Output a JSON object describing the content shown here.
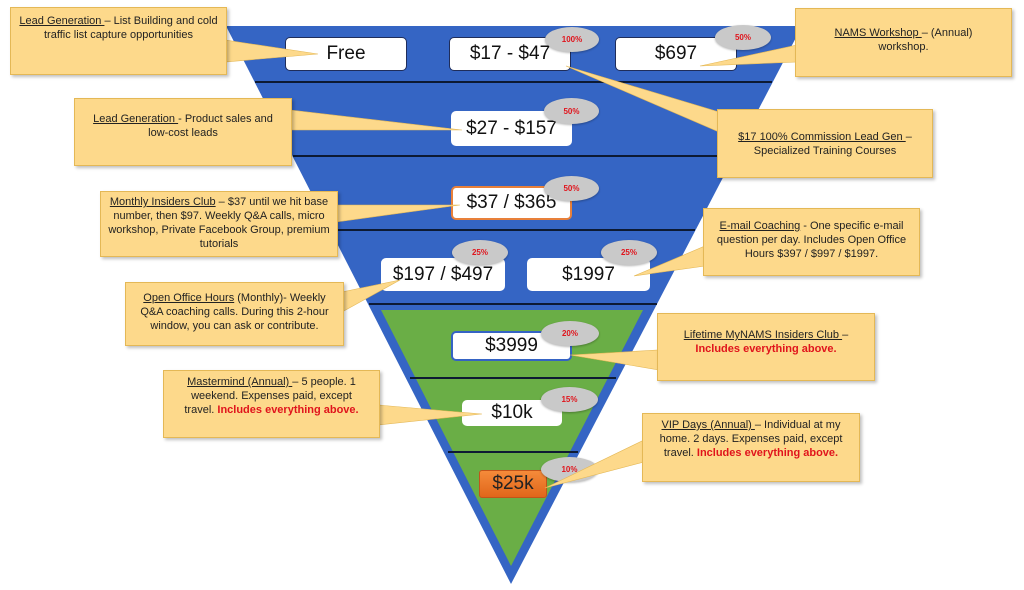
{
  "colors": {
    "funnel_blue": "#3565c4",
    "funnel_green": "#6aae46",
    "callout_fill": "#fdd98b",
    "highlight_red": "#e0141c"
  },
  "prices": [
    {
      "label": "Free"
    },
    {
      "label": "$17 - $47",
      "badge": "100%"
    },
    {
      "label": "$697",
      "badge": "50%"
    },
    {
      "label": "$27 - $157",
      "badge": "50%"
    },
    {
      "label": "$37 / $365",
      "badge": "50%"
    },
    {
      "label": "$197 / $497",
      "badge": "25%"
    },
    {
      "label": "$1997",
      "badge": "25%"
    },
    {
      "label": "$3999",
      "badge": "20%"
    },
    {
      "label": "$10k",
      "badge": "15%"
    },
    {
      "label": "$25k",
      "badge": "10%"
    }
  ],
  "callouts": [
    {
      "title": "Lead Generation ",
      "text": "– List Building and cold traffic list capture opportunities"
    },
    {
      "title": "Lead Generation ",
      "text": "- Product sales and low-cost leads"
    },
    {
      "title": "Monthly Insiders Club",
      "text": " – $37 until we hit base number, then $97. Weekly Q&A calls, micro workshop, Private Facebook Group, premium tutorials"
    },
    {
      "title": "Open Office Hours",
      "text": " (Monthly)- Weekly Q&A coaching calls. During this 2-hour window, you can ask or contribute."
    },
    {
      "title": "NAMS Workshop ",
      "text": "– (Annual) workshop."
    },
    {
      "title": "$17 100% Commission Lead Gen ",
      "text": "– Specialized Training Courses"
    },
    {
      "title": "E-mail Coaching",
      "text": " - One specific e-mail question per day. Includes Open Office Hours $397 / $997 / $1997."
    },
    {
      "title": "Lifetime MyNAMS Insiders Club ",
      "text": "– ",
      "highlight": "Includes everything above."
    },
    {
      "title": "Mastermind (Annual) ",
      "text": "– 5 people. 1 weekend. Expenses paid, except travel. ",
      "highlight": "Includes everything above."
    },
    {
      "title": "VIP Days (Annual) ",
      "text": "– Individual at my home. 2 days. Expenses paid, except travel. ",
      "highlight": "Includes everything above."
    }
  ]
}
